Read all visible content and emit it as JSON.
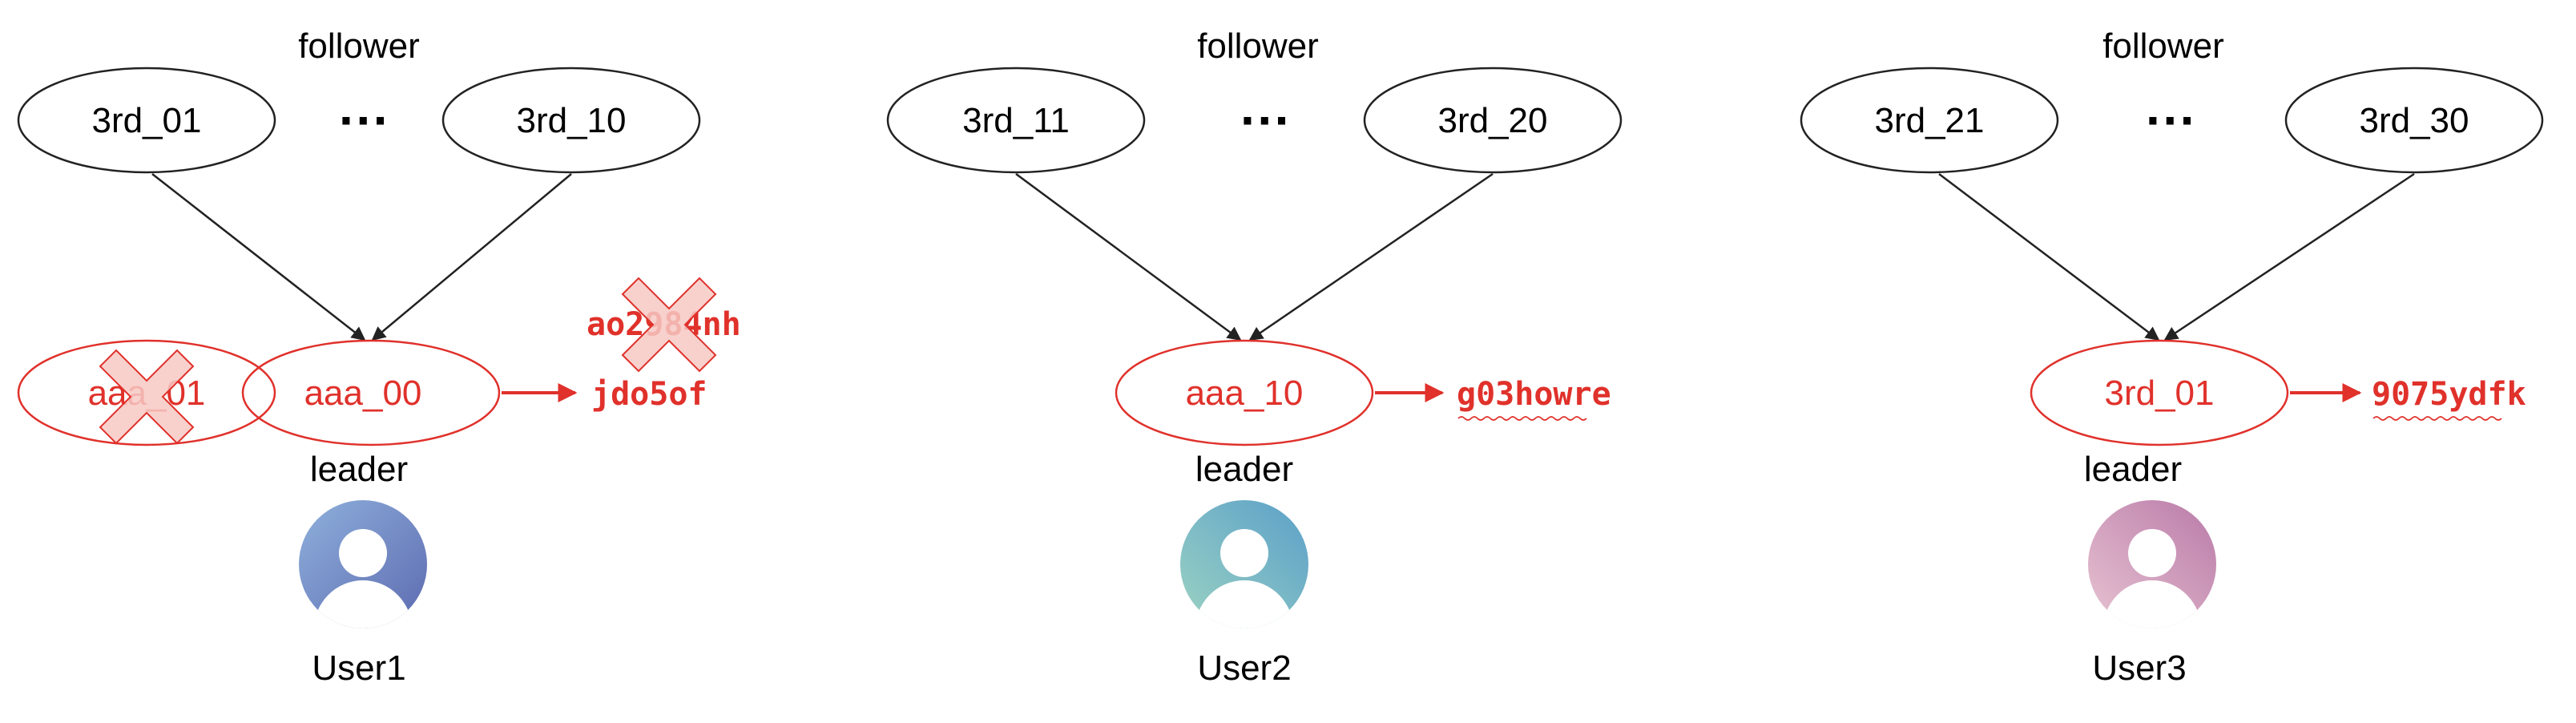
{
  "colors": {
    "black": "#222222",
    "red": "#e0312b",
    "crossed_fill": "#f7c9c4"
  },
  "groups": [
    {
      "follower_label": "follower",
      "follower_left": "3rd_01",
      "follower_right": "3rd_10",
      "ellipsis": "···",
      "leader_label": "leader",
      "leader_node": "aaa_00",
      "old_leader_node": "aaa_01",
      "token": "jdo5of",
      "old_token": "ao2984nh",
      "user": "User1",
      "avatar_gradient": [
        "#8fb0dc",
        "#5c6ab0"
      ]
    },
    {
      "follower_label": "follower",
      "follower_left": "3rd_11",
      "follower_right": "3rd_20",
      "ellipsis": "···",
      "leader_label": "leader",
      "leader_node": "aaa_10",
      "token": "g03howre",
      "user": "User2",
      "avatar_gradient": [
        "#9bd3c2",
        "#5b9fc9"
      ]
    },
    {
      "follower_label": "follower",
      "follower_left": "3rd_21",
      "follower_right": "3rd_30",
      "ellipsis": "···",
      "leader_label": "leader",
      "leader_node": "3rd_01",
      "token": "9075ydfk",
      "user": "User3",
      "avatar_gradient": [
        "#e8c4d2",
        "#b97aa8"
      ]
    }
  ]
}
